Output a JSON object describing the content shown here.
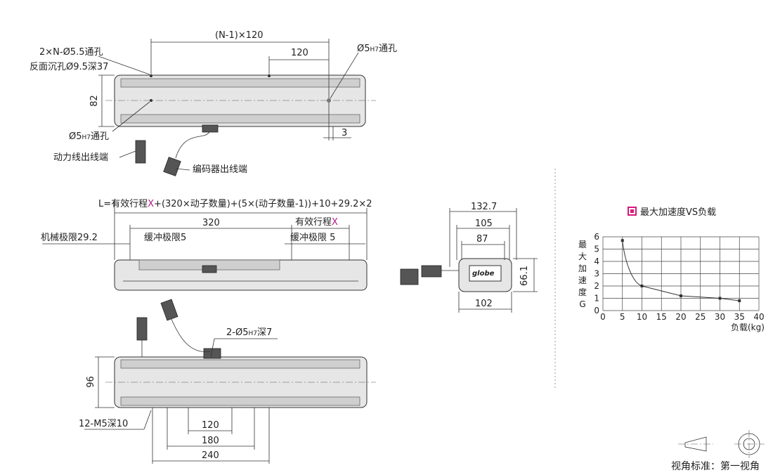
{
  "top_view": {
    "dim_pitch_total": "(N-1)×120",
    "dim_pitch": "120",
    "hole_label_1": "2×N-Ø5.5通孔",
    "hole_label_2": "反面沉孔Ø9.5深37",
    "pin_hole_right": "Ø5",
    "pin_hole_right_tol": "H7",
    "pin_hole_right_suffix": "通孔",
    "dim_height": "82",
    "pin_hole_left": "Ø5",
    "pin_hole_left_tol": "H7",
    "pin_hole_left_suffix": "通孔",
    "dim_offset": "3",
    "power_cable_label": "动力线出线端",
    "encoder_cable_label": "编码器出线端"
  },
  "side_view": {
    "formula_prefix": "L=有效行程",
    "formula_x": "X",
    "formula_suffix": "+(320×动子数量)+(5×(动子数量-1))+10+29.2×2",
    "mech_limit": "机械极限29.2",
    "dim_slider": "320",
    "stroke_label": "有效行程",
    "stroke_x": "X",
    "buffer_left": "缓冲极限5",
    "buffer_right": "缓冲极限 5"
  },
  "bottom_view": {
    "pin_holes": "2-Ø5",
    "pin_holes_tol": "H7",
    "pin_holes_suffix": "深7",
    "dim_height": "96",
    "tapped_holes": "12-M5深10",
    "dim_120": "120",
    "dim_180": "180",
    "dim_240": "240"
  },
  "end_view": {
    "dim_132_7": "132.7",
    "dim_105": "105",
    "dim_87": "87",
    "dim_102": "102",
    "dim_66_1": "66.1",
    "logo": "globe"
  },
  "projection": {
    "label": "视角标准：第一视角"
  },
  "chart_data": {
    "type": "line",
    "title": "最大加速度VS负载",
    "legend_color": "#d6197a",
    "xlabel": "负载(kg)",
    "ylabel": [
      "最",
      "大",
      "加",
      "速",
      "度",
      "G"
    ],
    "x": [
      5,
      10,
      20,
      30,
      35
    ],
    "y": [
      5.7,
      2.0,
      1.2,
      1.0,
      0.8
    ],
    "xlim": [
      0,
      40
    ],
    "ylim": [
      0,
      6
    ],
    "xticks": [
      "0",
      "5",
      "10",
      "15",
      "20",
      "25",
      "30",
      "35",
      "40"
    ],
    "yticks": [
      "0",
      "1",
      "2",
      "3",
      "4",
      "5",
      "6"
    ],
    "grid": true
  }
}
